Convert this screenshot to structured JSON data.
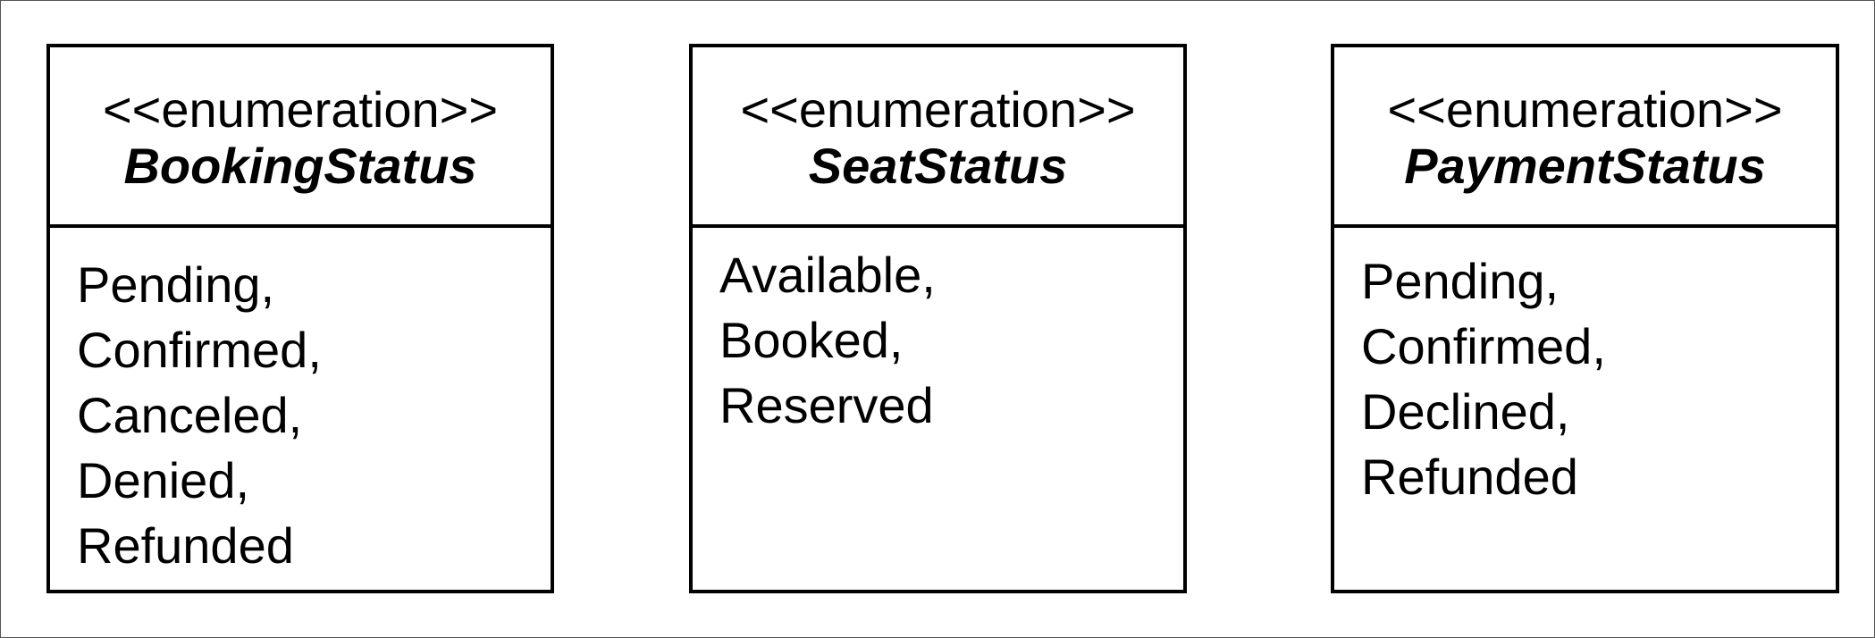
{
  "enumerations": [
    {
      "stereotype": "<<enumeration>>",
      "name": "BookingStatus",
      "values": [
        "Pending,",
        "Confirmed,",
        "Canceled,",
        "Denied,",
        "Refunded"
      ]
    },
    {
      "stereotype": "<<enumeration>>",
      "name": "SeatStatus",
      "values": [
        "Available,",
        "Booked,",
        "Reserved"
      ]
    },
    {
      "stereotype": "<<enumeration>>",
      "name": "PaymentStatus",
      "values": [
        "Pending,",
        "Confirmed,",
        "Declined,",
        "Refunded"
      ]
    }
  ]
}
